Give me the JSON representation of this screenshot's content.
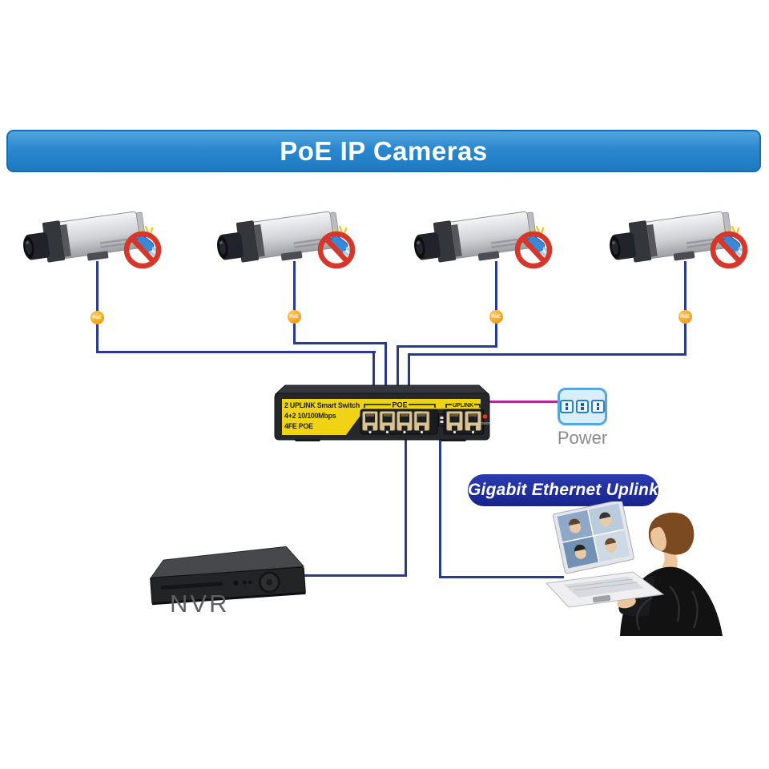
{
  "banner": {
    "title": "PoE IP Cameras"
  },
  "poe_badges": [
    "PoE",
    "PoE",
    "PoE",
    "PoE"
  ],
  "switch": {
    "label_line1": "2 UPLINK Smart Switch",
    "label_line2": "4+2  10/100Mbps",
    "label_line3": "4FE POE",
    "poe_section_label": "POE",
    "uplink_section_label": "UPLINK",
    "power_led_label": "POWER"
  },
  "power_outlet": {
    "label": "Power"
  },
  "uplink_pill": {
    "label": "Gigabit Ethernet Uplink"
  },
  "nvr": {
    "label": "NVR"
  },
  "colors": {
    "banner_blue": "#2a88cf",
    "cable_blue": "#2b3990",
    "power_line_magenta": "#b02a9b",
    "poe_badge_orange": "#f5a61f",
    "switch_label_yellow": "#f0d312",
    "uplink_pill_navy": "#1d2d9c",
    "power_icon_blue": "#54a8dc",
    "no_power_red": "#d5372b"
  }
}
